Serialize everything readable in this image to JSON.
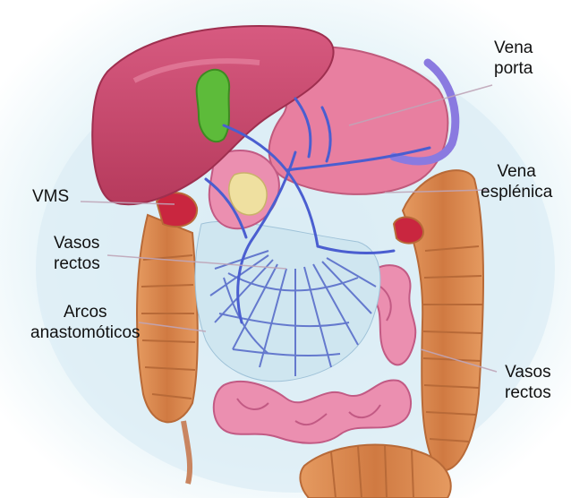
{
  "labels": {
    "vena_porta": [
      "Vena",
      "porta"
    ],
    "vms": "VMS",
    "vena_esplenica": [
      "Vena",
      "esplénica"
    ],
    "vasos_rectos_left": [
      "Vasos",
      "rectos"
    ],
    "arcos": [
      "Arcos",
      "anastomóticos"
    ],
    "vasos_rectos_right": [
      "Vasos",
      "rectos"
    ]
  },
  "colors": {
    "background": "#e8f4f8",
    "liver": "#c8466a",
    "gallbladder": "#5dbb3a",
    "stomach": "#e87fa0",
    "colon": "#d98a4e",
    "small_intestine": "#eb8fb0",
    "vein": "#4a5ed0",
    "splenic_vein": "#8a7ae0"
  }
}
